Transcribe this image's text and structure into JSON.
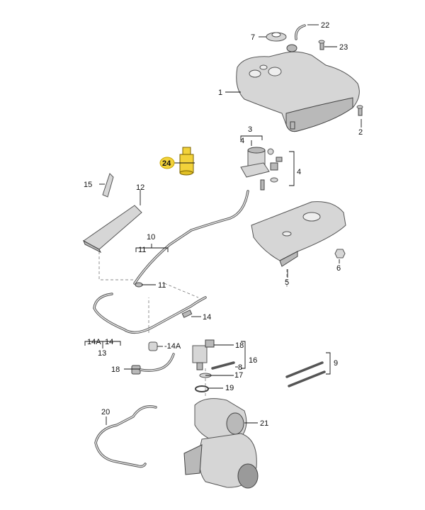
{
  "labels": {
    "p1": "1",
    "p2": "2",
    "p3": "3",
    "p4a": "4",
    "p4b": "4",
    "p5": "5",
    "p6": "6",
    "p7": "7",
    "p8": "8",
    "p9": "9",
    "p10": "10",
    "p11a": "11",
    "p11b": "11",
    "p12": "12",
    "p13": "13",
    "p14a": "14",
    "p14b": "14",
    "p14A_a": "14A",
    "p14A_b": "-14A",
    "p15": "15",
    "p16": "16",
    "p17": "17",
    "p18a": "18",
    "p18b": "18",
    "p19": "19",
    "p20": "20",
    "p21": "21",
    "p22": "22",
    "p23": "23",
    "p24": "24"
  },
  "colors": {
    "highlight": "#f2d23a",
    "part": "#d6d6d6",
    "outline": "#555555"
  }
}
